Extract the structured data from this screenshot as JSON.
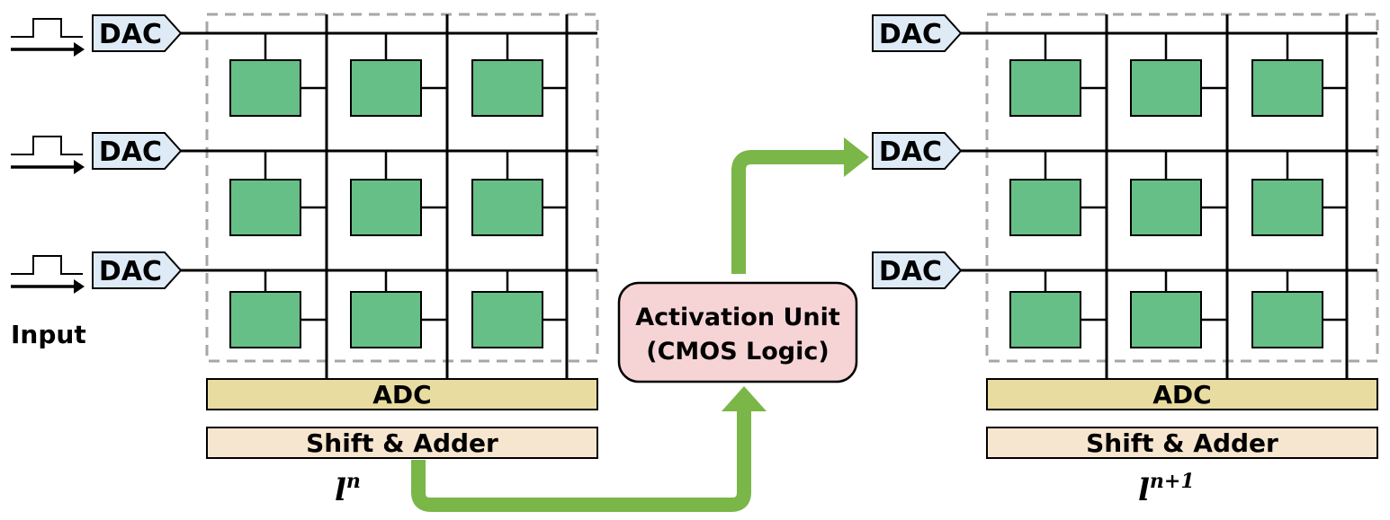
{
  "input_label": "Input",
  "dac_label": "DAC",
  "adc_label": "ADC",
  "shift_adder_label": "Shift & Adder",
  "activation": {
    "line1": "Activation Unit",
    "line2": "(CMOS Logic)"
  },
  "layers": [
    {
      "base": "l",
      "superscript": "n"
    },
    {
      "base": "l",
      "superscript": "n+1"
    }
  ],
  "colors": {
    "dac_fill": "#deebf7",
    "cell_fill": "#66bf86",
    "adc_fill": "#e9dca0",
    "shift_fill": "#f7e6cf",
    "activation_fill": "#f6d4d6",
    "arrow_green": "#7ab648",
    "dashed_border": "#a6a6a6"
  }
}
